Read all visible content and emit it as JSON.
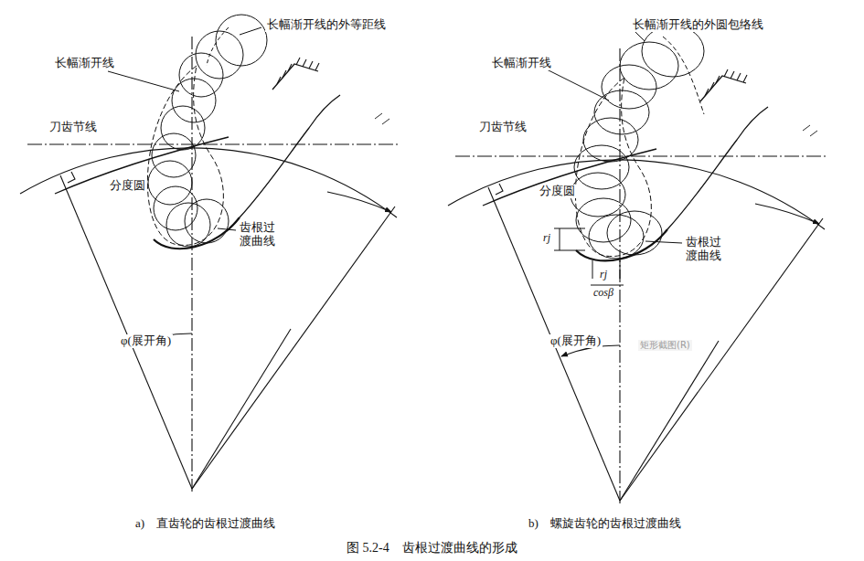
{
  "diagram": {
    "caption": "图 5.2-4　齿根过渡曲线的形成",
    "labels": [
      "长幅渐开线的外等距线",
      "长幅渐开线",
      "刀齿节线",
      "分度圆",
      "齿根过渡曲线",
      "φ(展开角)",
      "a)　直齿轮的齿根过渡曲线",
      "长幅渐开线的外圆包络线",
      "长幅渐开线",
      "刀齿节线",
      "分度圆",
      "rj",
      "rj",
      "cosβ",
      "齿根过渡曲线",
      "φ(展开角)",
      "b)　螺旋齿轮的齿根过渡曲线",
      "矩形截图(R)"
    ]
  }
}
